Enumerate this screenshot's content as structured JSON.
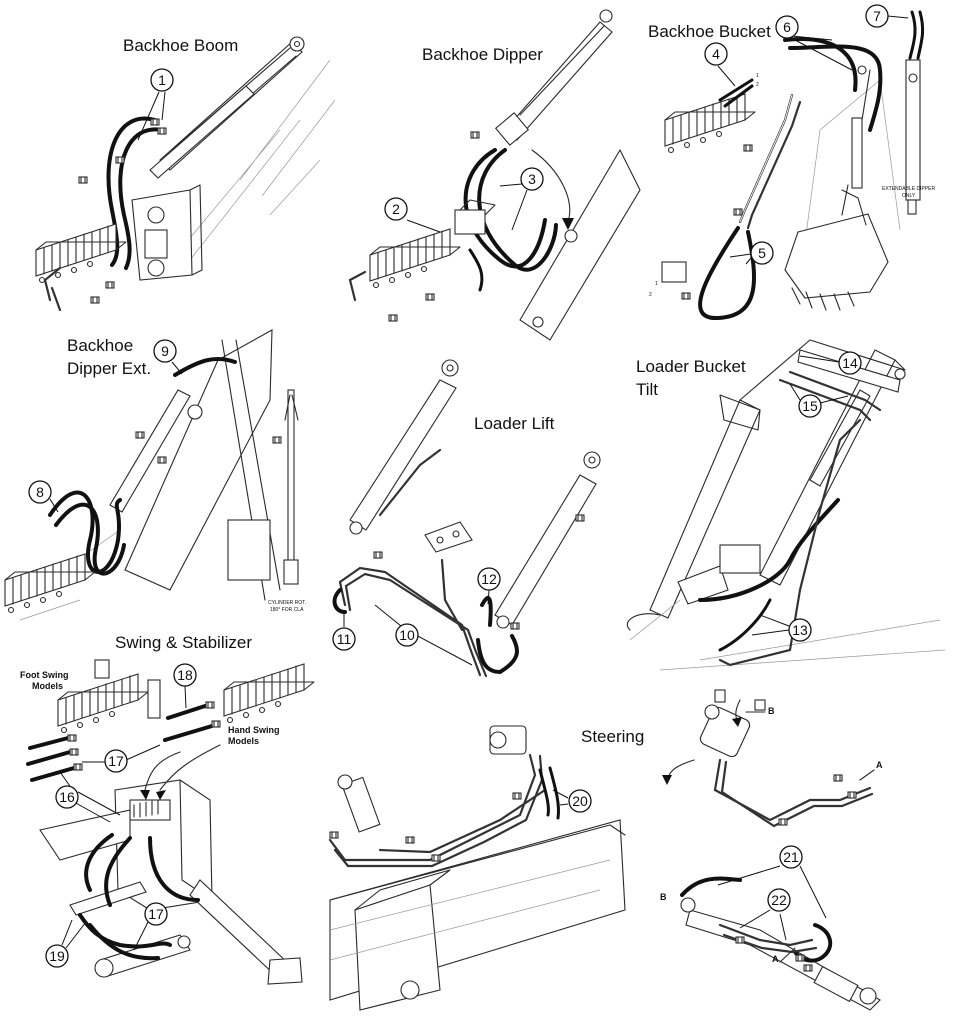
{
  "titles": {
    "backhoe_boom": "Backhoe Boom",
    "backhoe_dipper": "Backhoe Dipper",
    "backhoe_bucket": "Backhoe Bucket",
    "dipper_ext_line1": "Backhoe",
    "dipper_ext_line2": "Dipper Ext.",
    "loader_lift": "Loader Lift",
    "loader_bucket_tilt_line1": "Loader Bucket",
    "loader_bucket_tilt_line2": "Tilt",
    "swing_stabilizer": "Swing & Stabilizer",
    "steering": "Steering"
  },
  "notes": {
    "extendable_line1": "EXTENDABLE DIPPER",
    "extendable_line2": "ONLY",
    "cylinder_rot_line1": "CYLINDER ROT.",
    "cylinder_rot_line2": "180° FOR CLA",
    "foot_swing_line1": "Foot Swing",
    "foot_swing_line2": "Models",
    "hand_swing_line1": "Hand Swing",
    "hand_swing_line2": "Models"
  },
  "port_labels": {
    "one": "1",
    "two": "2",
    "a": "A",
    "b": "B"
  },
  "callouts": {
    "c1": "1",
    "c2": "2",
    "c3": "3",
    "c4": "4",
    "c5": "5",
    "c6": "6",
    "c7": "7",
    "c8": "8",
    "c9": "9",
    "c10": "10",
    "c11": "11",
    "c12": "12",
    "c13": "13",
    "c14": "14",
    "c15": "15",
    "c16": "16",
    "c17": "17",
    "c17b": "17",
    "c18": "18",
    "c19": "19",
    "c20": "20",
    "c21": "21",
    "c22": "22"
  },
  "colors": {
    "ink": "#111111",
    "background": "#ffffff"
  }
}
